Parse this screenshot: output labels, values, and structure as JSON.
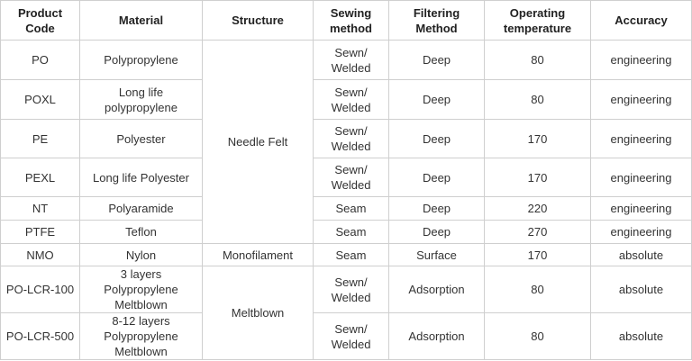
{
  "headers": {
    "code": "Product Code",
    "material": "Material",
    "structure": "Structure",
    "sewing": "Sewing method",
    "filtering": "Filtering Method",
    "temperature": "Operating temperature",
    "accuracy": "Accuracy"
  },
  "structure_groups": {
    "needle_felt": "Needle Felt",
    "monofilament": "Monofilament",
    "meltblown": "Meltblown"
  },
  "rows": [
    {
      "code": "PO",
      "material": "Polypropylene",
      "sewing": "Sewn/ Welded",
      "filtering": "Deep",
      "temperature": "80",
      "accuracy": "engineering"
    },
    {
      "code": "POXL",
      "material": "Long life polypropylene",
      "sewing": "Sewn/ Welded",
      "filtering": "Deep",
      "temperature": "80",
      "accuracy": "engineering"
    },
    {
      "code": "PE",
      "material": "Polyester",
      "sewing": "Sewn/ Welded",
      "filtering": "Deep",
      "temperature": "170",
      "accuracy": "engineering"
    },
    {
      "code": "PEXL",
      "material": "Long life Polyester",
      "sewing": "Sewn/ Welded",
      "filtering": "Deep",
      "temperature": "170",
      "accuracy": "engineering"
    },
    {
      "code": "NT",
      "material": "Polyaramide",
      "sewing": "Seam",
      "filtering": "Deep",
      "temperature": "220",
      "accuracy": "engineering"
    },
    {
      "code": "PTFE",
      "material": "Teflon",
      "sewing": "Seam",
      "filtering": "Deep",
      "temperature": "270",
      "accuracy": "engineering"
    },
    {
      "code": "NMO",
      "material": "Nylon",
      "sewing": "Seam",
      "filtering": "Surface",
      "temperature": "170",
      "accuracy": "absolute"
    },
    {
      "code": "PO-LCR-100",
      "material": "3 layers Polypropylene Meltblown",
      "sewing": "Sewn/ Welded",
      "filtering": "Adsorption",
      "temperature": "80",
      "accuracy": "absolute"
    },
    {
      "code": "PO-LCR-500",
      "material": "8-12 layers Polypropylene Meltblown",
      "sewing": "Sewn/ Welded",
      "filtering": "Adsorption",
      "temperature": "80",
      "accuracy": "absolute"
    }
  ]
}
